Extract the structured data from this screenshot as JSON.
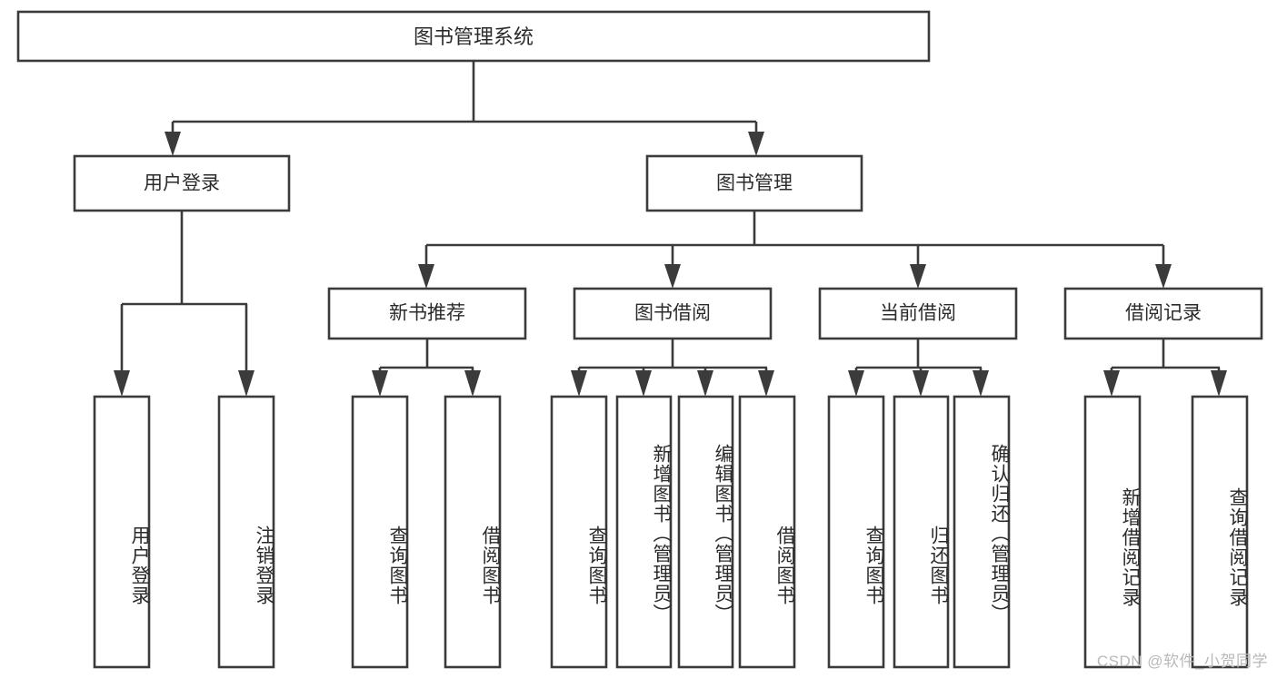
{
  "diagram": {
    "type": "tree-hierarchy",
    "title": "图书管理系统",
    "watermark": "CSDN @软件_小贺同学",
    "colors": {
      "stroke": "#3b3b3b",
      "fill": "#ffffff",
      "text": "#2b2b2b",
      "watermark": "#b9b9b9",
      "background": "#ffffff"
    },
    "root": {
      "label": "图书管理系统"
    },
    "level1": [
      {
        "label": "用户登录"
      },
      {
        "label": "图书管理"
      }
    ],
    "level2": [
      {
        "label": "新书推荐"
      },
      {
        "label": "图书借阅"
      },
      {
        "label": "当前借阅"
      },
      {
        "label": "借阅记录"
      }
    ],
    "leaves": {
      "user_login": [
        {
          "label": "用户登录"
        },
        {
          "label": "注销登录"
        }
      ],
      "new_book_recommend": [
        {
          "label": "查询图书"
        },
        {
          "label": "借阅图书"
        }
      ],
      "book_borrow": [
        {
          "label": "查询图书"
        },
        {
          "label": "新增图书（管理员）"
        },
        {
          "label": "编辑图书（管理员）"
        },
        {
          "label": "借阅图书"
        }
      ],
      "current_borrow": [
        {
          "label": "查询图书"
        },
        {
          "label": "归还图书"
        },
        {
          "label": "确认归还（管理员）"
        }
      ],
      "borrow_record": [
        {
          "label": "新增借阅记录"
        },
        {
          "label": "查询借阅记录"
        }
      ]
    }
  }
}
